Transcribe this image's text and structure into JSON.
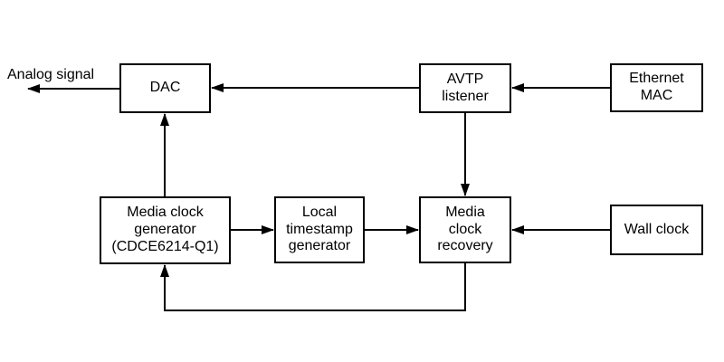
{
  "diagram": {
    "colors": {
      "line": "#000000",
      "box_border": "#000000",
      "background": "#ffffff",
      "text": "#000000"
    },
    "nodes": {
      "dac": {
        "label": "DAC"
      },
      "avtp_listener": {
        "label": "AVTP\nlistener"
      },
      "ethernet_mac": {
        "label": "Ethernet\nMAC"
      },
      "media_clock_generator": {
        "label": "Media clock\ngenerator\n(CDCE6214-Q1)"
      },
      "local_timestamp_generator": {
        "label": "Local\ntimestamp\ngenerator"
      },
      "media_clock_recovery": {
        "label": "Media\nclock\nrecovery"
      },
      "wall_clock": {
        "label": "Wall clock"
      }
    },
    "labels": {
      "analog_signal": "Analog signal"
    },
    "connections": [
      {
        "from": "dac",
        "to": "analog_signal_output",
        "direction": "left"
      },
      {
        "from": "ethernet_mac",
        "to": "avtp_listener",
        "direction": "left"
      },
      {
        "from": "avtp_listener",
        "to": "dac",
        "direction": "left"
      },
      {
        "from": "avtp_listener",
        "to": "media_clock_recovery",
        "direction": "down"
      },
      {
        "from": "wall_clock",
        "to": "media_clock_recovery",
        "direction": "left"
      },
      {
        "from": "media_clock_generator",
        "to": "local_timestamp_generator",
        "direction": "right"
      },
      {
        "from": "local_timestamp_generator",
        "to": "media_clock_recovery",
        "direction": "right"
      },
      {
        "from": "media_clock_generator",
        "to": "dac",
        "direction": "up"
      },
      {
        "from": "media_clock_recovery",
        "to": "media_clock_generator",
        "direction": "feedback-loop-bottom"
      }
    ]
  }
}
